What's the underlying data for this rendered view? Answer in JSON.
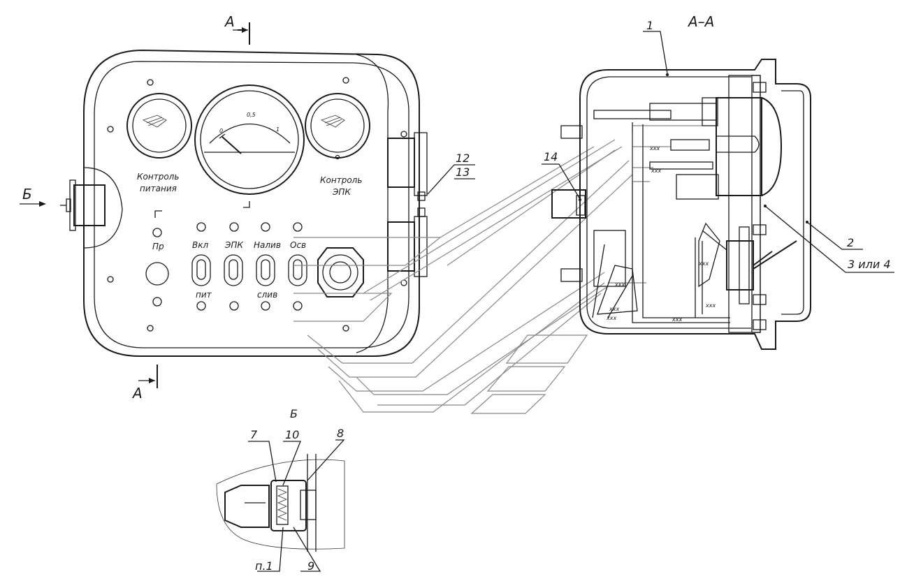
{
  "section": {
    "section_mark": "А",
    "section_title": "А–А",
    "view_mark": "Б",
    "view_title": "Б"
  },
  "panel": {
    "label_power_line1": "Контроль",
    "label_power_line2": "питания",
    "label_epk_line1": "Контроль",
    "label_epk_line2": "ЭПК",
    "switch_pr": "Пр",
    "switch_vkl": "Вкл",
    "switch_epk": "ЭПК",
    "switch_naliv": "Налив",
    "switch_osv": "Осв",
    "switch_pit": "пит",
    "switch_sliv": "слив",
    "gauge_tick_0": "0",
    "gauge_tick_05": "0,5",
    "gauge_tick_1": "1"
  },
  "callouts": {
    "c1": "1",
    "c2": "2",
    "c3": "3 или 4",
    "c7": "7",
    "c8": "8",
    "c9": "9",
    "c10": "10",
    "c12": "12",
    "c13": "13",
    "c14": "14",
    "cp1": "п.1"
  },
  "colors": {
    "line": "#1a1a1a",
    "background": "#ffffff",
    "thin": "#888888"
  }
}
